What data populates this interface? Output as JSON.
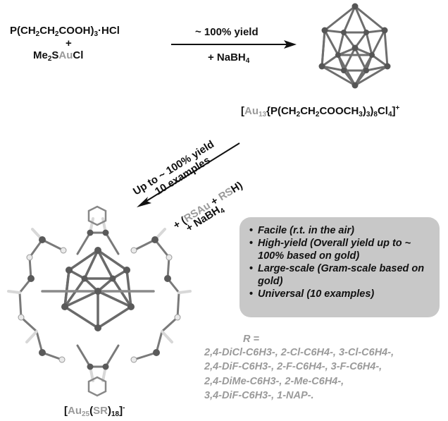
{
  "reactants": {
    "line1": {
      "a": "P(CH",
      "s1": "2",
      "b": "CH",
      "s2": "2",
      "c": "COOH)",
      "s3": "3",
      "d": "·HCl"
    },
    "plus": "+",
    "line2": {
      "a": "Me",
      "s1": "2",
      "b": "S",
      "au": "Au",
      "c": "Cl"
    }
  },
  "arrow1": {
    "top_label": "~ 100% yield",
    "bottom": {
      "a": "+ NaBH",
      "s": "4"
    }
  },
  "product1": {
    "br": "[",
    "au": "Au",
    "s13": "13",
    "a": "{P(CH",
    "s1": "2",
    "b": "CH",
    "s2": "2",
    "c": "COOCH",
    "s3": "3",
    "d": ")",
    "s4": "3",
    "e": ")",
    "s8": "8",
    "f": "Cl",
    "s5": "4",
    "g": "]",
    "sup": "+"
  },
  "arrow2": {
    "line1": "Up to ~ 100% yield",
    "line2": "10 examples",
    "line3": {
      "a": "+ (",
      "rs1": "RS",
      "au": "Au",
      "p": " + ",
      "rs2": "RS",
      "h": "H)"
    },
    "line4": {
      "a": "+ NaBH",
      "s": "4"
    }
  },
  "features": [
    "Facile (r.t. in the air)",
    "High-yield (Overall yield up to ~ 100% based on gold)",
    "Large-scale (Gram-scale based on gold)",
    "Universal (10 examples)"
  ],
  "r_groups": {
    "label": "R =",
    "lines": [
      "2,4-DiCl-C6H3-, 2-Cl-C6H4-, 3-Cl-C6H4-,",
      "2,4-DiF-C6H3-, 2-F-C6H4-, 3-F-C6H4-,",
      "2,4-DiMe-C6H3-, 2-Me-C6H4-,",
      "3,4-DiF-C6H3-, 1-NAP-."
    ]
  },
  "product2": {
    "br": "[",
    "au": "Au",
    "s25": "25",
    "p": "(",
    "sr": "SR",
    "q": ")",
    "s18": "18",
    "r": "]",
    "sup": "-"
  }
}
